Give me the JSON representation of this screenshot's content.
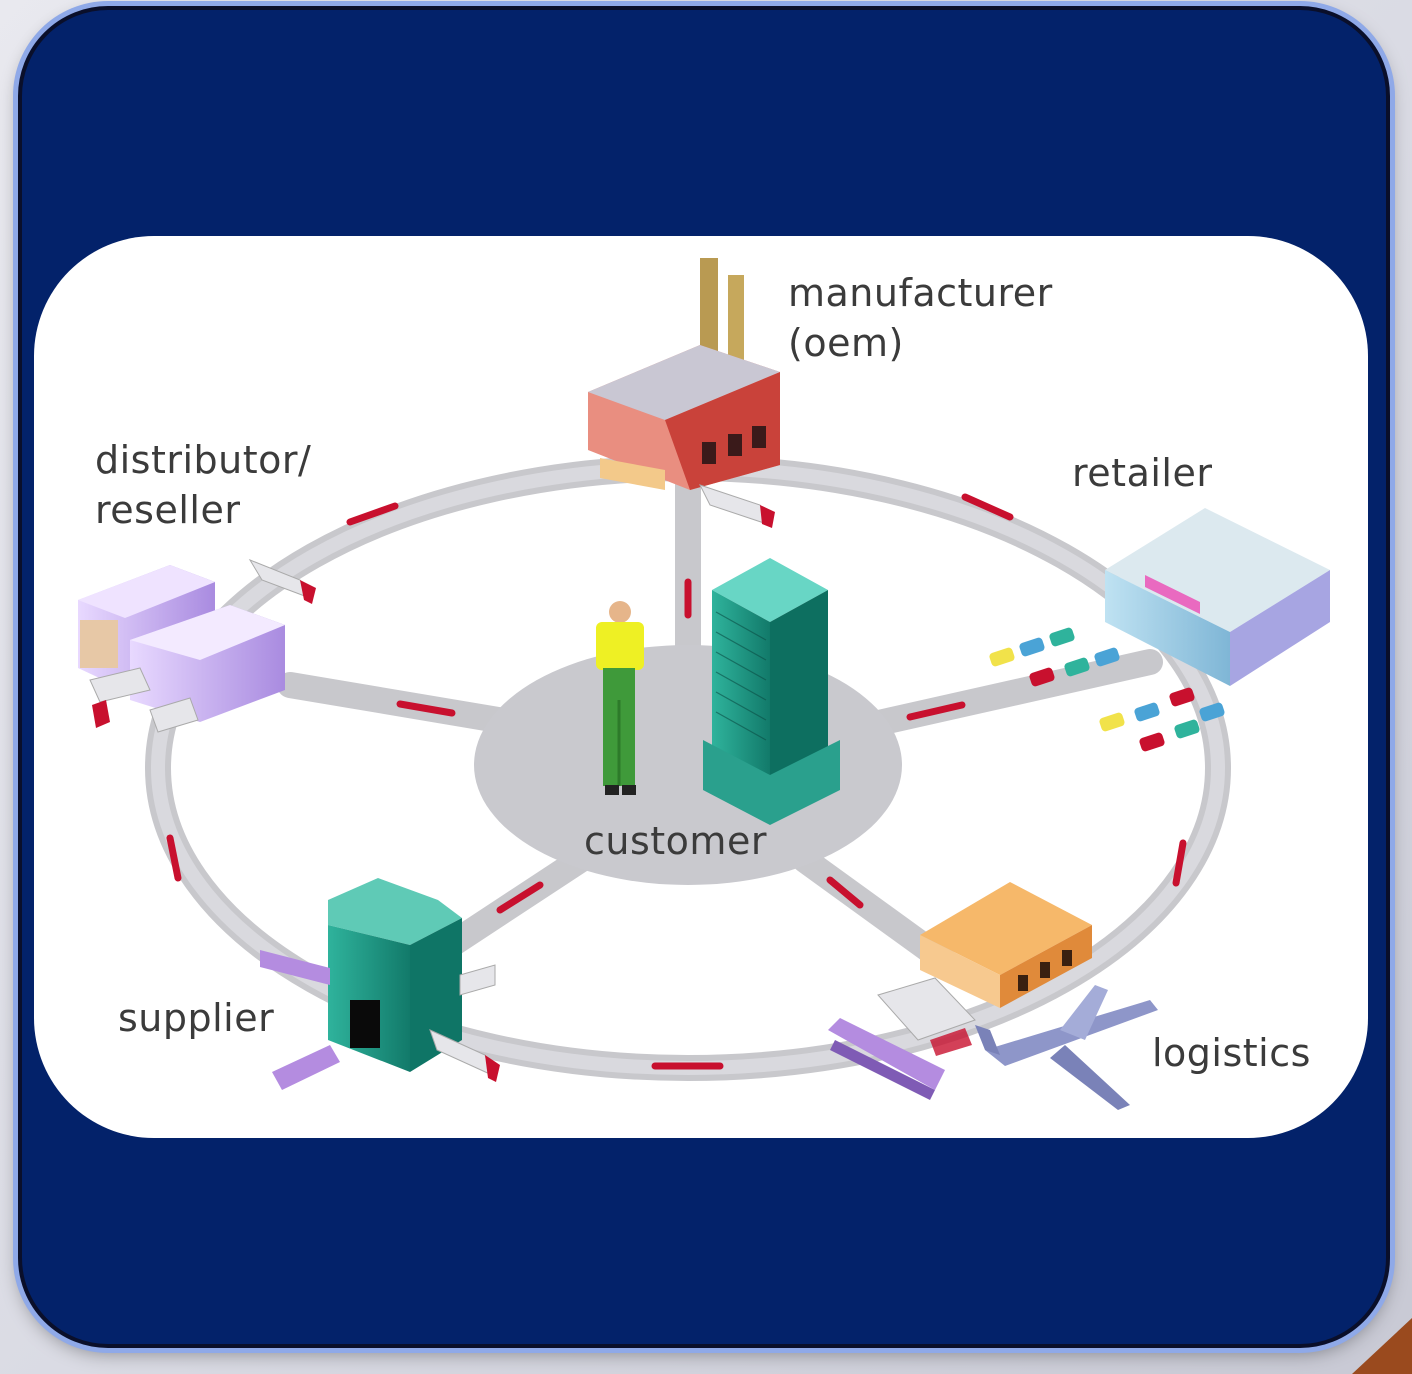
{
  "colors": {
    "background": "#03226a",
    "frame_border": "#8fa9e8",
    "panel": "#ffffff",
    "road": "#c8c8cc",
    "road_marker": "#c8102e",
    "label_text": "#3b3b3b"
  },
  "nodes": {
    "manufacturer": {
      "line1": "manufacturer",
      "line2": "(oem)"
    },
    "distributor": {
      "line1": "distributor/",
      "line2": "reseller"
    },
    "retailer": {
      "label": "retailer"
    },
    "customer": {
      "label": "customer"
    },
    "supplier": {
      "label": "supplier"
    },
    "logistics": {
      "label": "logistics"
    }
  },
  "icons": [
    "factory-icon",
    "warehouse-icon",
    "store-icon",
    "person-icon",
    "office-building-icon",
    "supplier-building-icon",
    "hangar-icon",
    "airplane-icon",
    "truck-icon",
    "train-icon",
    "car-icon"
  ]
}
